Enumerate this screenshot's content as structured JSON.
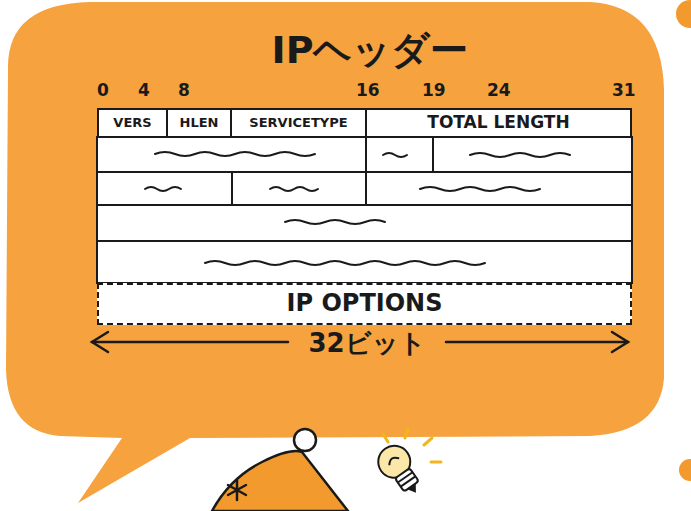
{
  "diagram": {
    "title": "IPヘッダー",
    "nodes": [
      {
        "text": [
          "VERS"
        ]
      },
      {
        "text": [
          "HLEN"
        ]
      },
      {
        "text": [
          "SERVICETYPE"
        ]
      },
      {
        "text": [
          "TOTAL LENGTH"
        ]
      },
      {
        "text": [
          "IP OPTIONS"
        ]
      }
    ],
    "labels": [
      "0",
      "4",
      "8",
      "16",
      "19",
      "24",
      "31",
      "32ビット"
    ]
  }
}
